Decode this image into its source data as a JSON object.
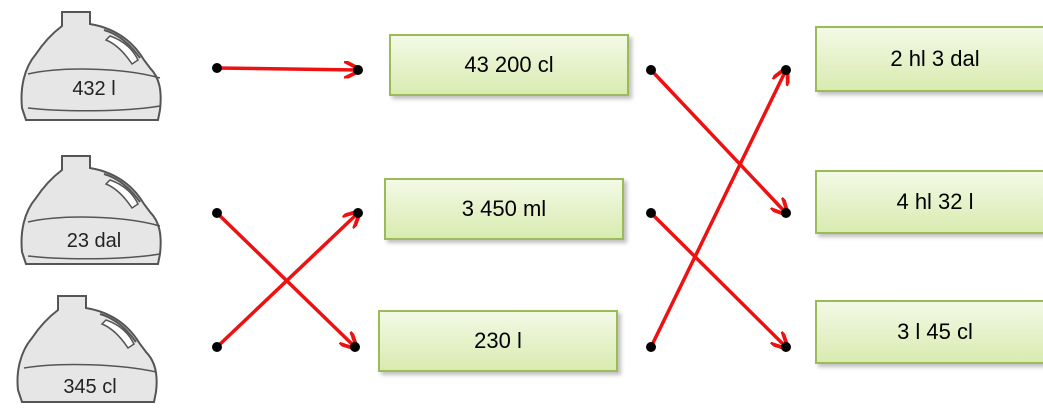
{
  "jugs": [
    {
      "label": "432 l"
    },
    {
      "label": "23 dal"
    },
    {
      "label": "345 cl"
    }
  ],
  "middle_boxes": [
    {
      "label": "43 200 cl"
    },
    {
      "label": "3 450 ml"
    },
    {
      "label": "230 l"
    }
  ],
  "right_boxes": [
    {
      "label": "2 hl 3 dal"
    },
    {
      "label": "4 hl 32 l"
    },
    {
      "label": "3 l 45 cl"
    }
  ],
  "colors": {
    "arrow": "#ee1111",
    "box_border": "#9bbb59",
    "box_fill_top": "#f3f9e6",
    "box_fill_bottom": "#d9ebb0"
  },
  "connections": {
    "jug_to_middle": [
      [
        0,
        0
      ],
      [
        1,
        2
      ],
      [
        2,
        1
      ]
    ],
    "middle_to_right": [
      [
        0,
        1
      ],
      [
        1,
        2
      ],
      [
        2,
        0
      ]
    ]
  }
}
